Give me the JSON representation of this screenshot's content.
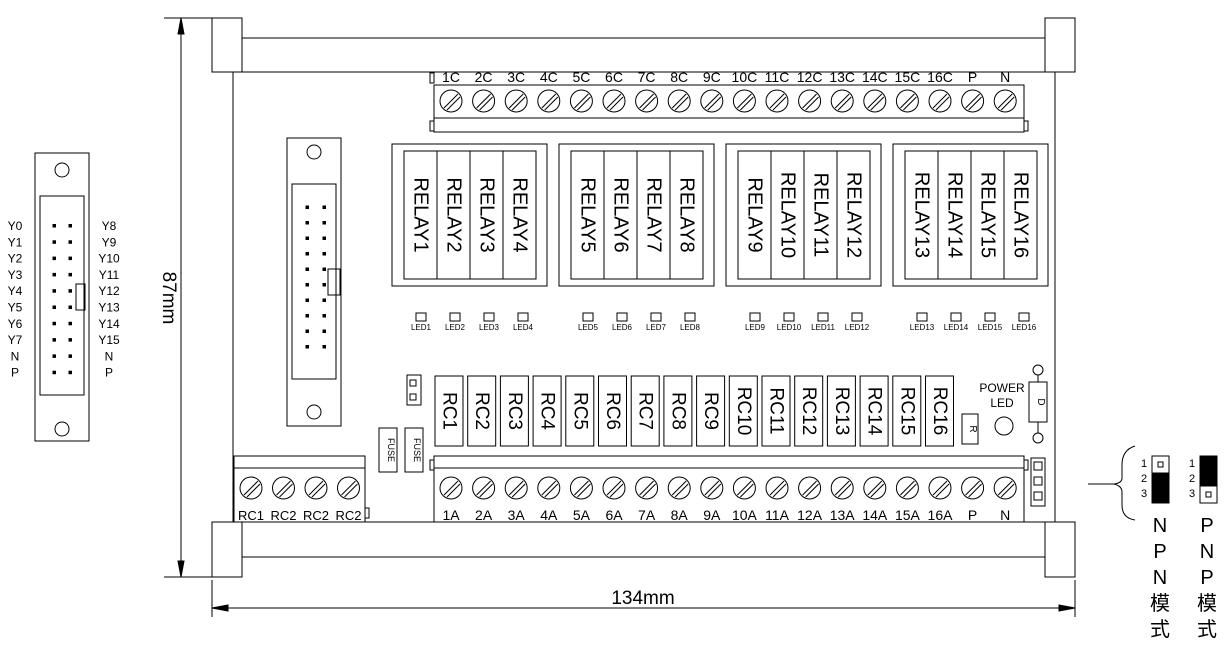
{
  "dimensions": {
    "height": "87mm",
    "width": "134mm"
  },
  "top_terminal_labels": [
    "1C",
    "2C",
    "3C",
    "4C",
    "5C",
    "6C",
    "7C",
    "8C",
    "9C",
    "10C",
    "11C",
    "12C",
    "13C",
    "14C",
    "15C",
    "16C",
    "P",
    "N"
  ],
  "bottom_terminal_labels": [
    "1A",
    "2A",
    "3A",
    "4A",
    "5A",
    "6A",
    "7A",
    "8A",
    "9A",
    "10A",
    "11A",
    "12A",
    "13A",
    "14A",
    "15A",
    "16A",
    "P",
    "N"
  ],
  "left_terminal_labels": [
    "RC1",
    "RC2",
    "RC2",
    "RC2"
  ],
  "relays": [
    "RELAY1",
    "RELAY2",
    "RELAY3",
    "RELAY4",
    "RELAY5",
    "RELAY6",
    "RELAY7",
    "RELAY8",
    "RELAY9",
    "RELAY10",
    "RELAY11",
    "RELAY12",
    "RELAY13",
    "RELAY14",
    "RELAY15",
    "RELAY16"
  ],
  "leds": [
    "LED1",
    "LED2",
    "LED3",
    "LED4",
    "LED5",
    "LED6",
    "LED7",
    "LED8",
    "LED9",
    "LED10",
    "LED11",
    "LED12",
    "LED13",
    "LED14",
    "LED15",
    "LED16"
  ],
  "rc_blocks": [
    "RC1",
    "RC2",
    "RC3",
    "RC4",
    "RC5",
    "RC6",
    "RC7",
    "RC8",
    "RC9",
    "RC10",
    "RC11",
    "RC12",
    "RC13",
    "RC14",
    "RC15",
    "RC16"
  ],
  "fuses": [
    "FUSE",
    "FUSE"
  ],
  "power_led": {
    "line1": "POWER",
    "line2": "LED"
  },
  "diode_label": "D",
  "resistor_label": "R",
  "connector_left_labels": [
    "Y0",
    "Y1",
    "Y2",
    "Y3",
    "Y4",
    "Y5",
    "Y6",
    "Y7",
    "N",
    "P"
  ],
  "connector_right_labels": [
    "Y8",
    "Y9",
    "Y10",
    "Y11",
    "Y12",
    "Y13",
    "Y14",
    "Y15",
    "N",
    "P"
  ],
  "jumper": {
    "pins": [
      "1",
      "2",
      "3"
    ],
    "npn_title": [
      "N",
      "P",
      "N",
      "模",
      "式"
    ],
    "pnp_title": [
      "P",
      "N",
      "P",
      "模",
      "式"
    ]
  }
}
